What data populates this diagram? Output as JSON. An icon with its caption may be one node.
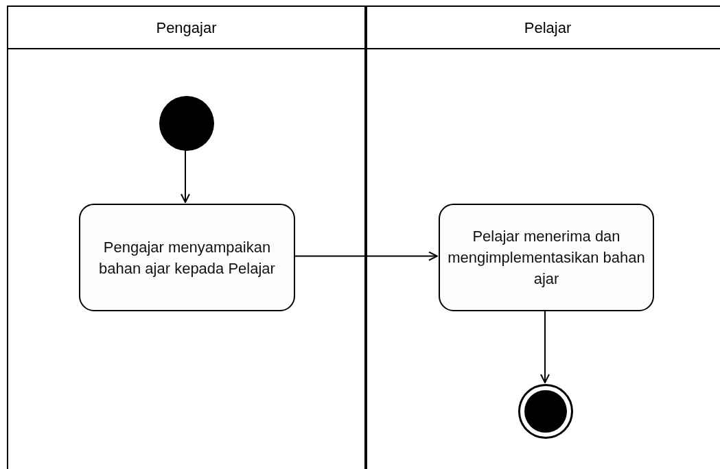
{
  "diagram": {
    "nodes": [
      {
        "text": [
          "Pengajar"
        ]
      },
      {
        "text": [
          "Pelajar"
        ]
      },
      {
        "text": [],
        "shape": "circle",
        "in": 0
      },
      {
        "text": [
          "Pengajar menyampaikan bahan ajar kepada Pelajar"
        ],
        "in": 0
      },
      {
        "text": [
          "Pelajar menerima dan mengimplementasikan bahan ajar"
        ],
        "in": 1
      },
      {
        "text": [],
        "shape": "bullseye",
        "in": 1
      }
    ],
    "edges": [
      {
        "from": 2,
        "to": 3,
        "arrow": "to"
      },
      {
        "from": 3,
        "to": 4,
        "arrow": "to"
      },
      {
        "from": 4,
        "to": 5,
        "arrow": "to"
      }
    ]
  }
}
